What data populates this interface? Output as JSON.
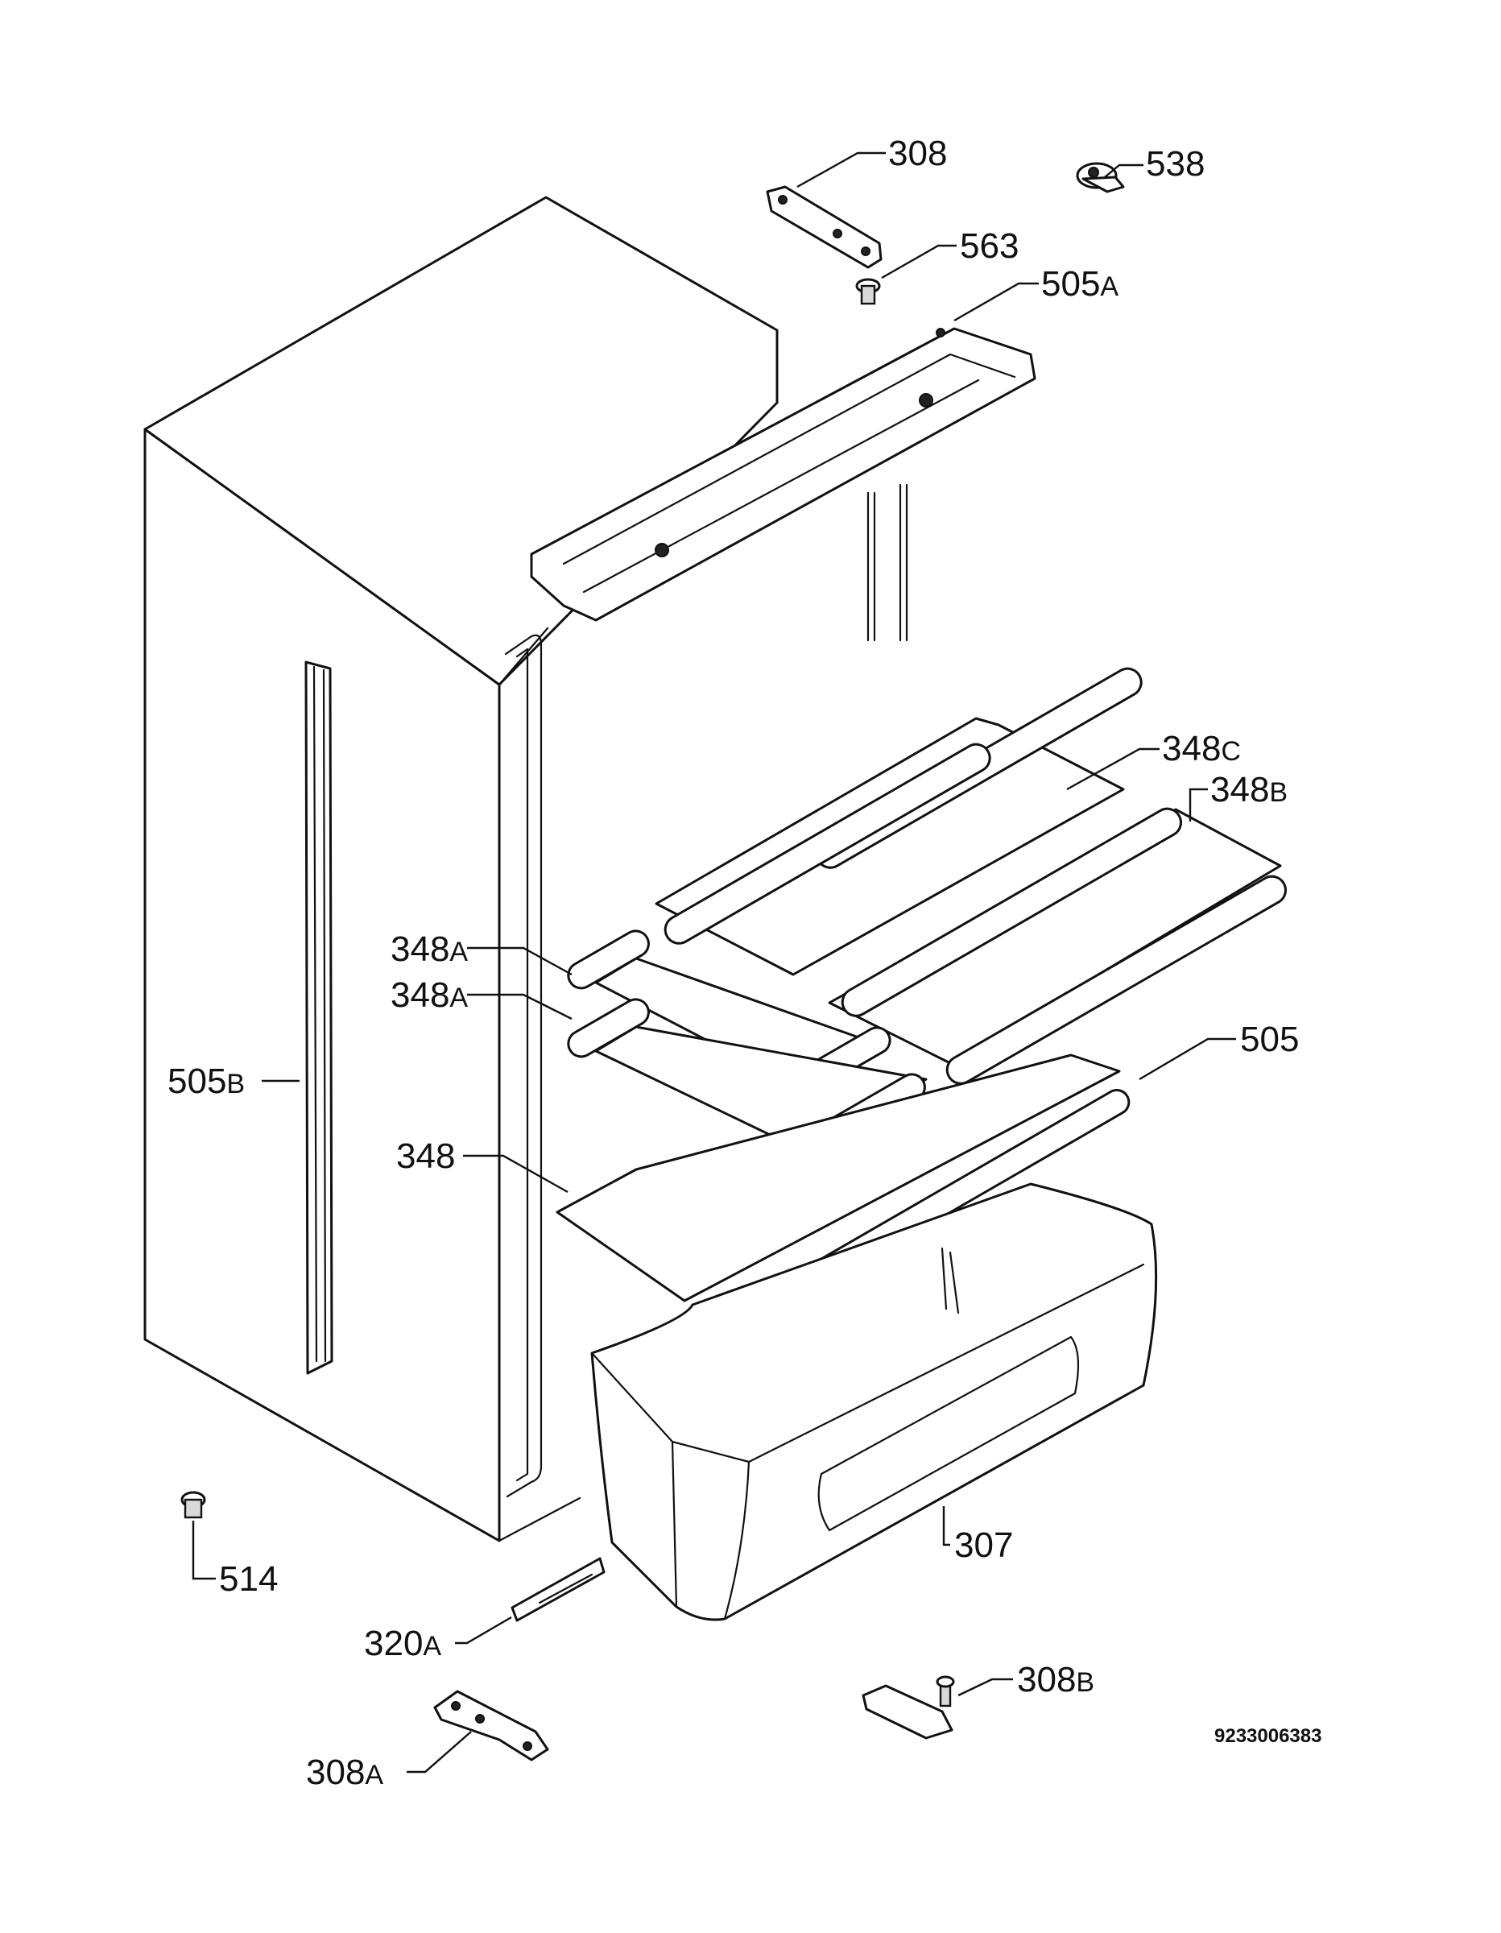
{
  "labels": {
    "p308": {
      "num": "308",
      "suffix": ""
    },
    "p538": {
      "num": "538",
      "suffix": ""
    },
    "p563": {
      "num": "563",
      "suffix": ""
    },
    "p505A": {
      "num": "505",
      "suffix": "A"
    },
    "p348C": {
      "num": "348",
      "suffix": "C"
    },
    "p348B": {
      "num": "348",
      "suffix": "B"
    },
    "p348A1": {
      "num": "348",
      "suffix": "A"
    },
    "p348A2": {
      "num": "348",
      "suffix": "A"
    },
    "p505B": {
      "num": "505",
      "suffix": "B"
    },
    "p505": {
      "num": "505",
      "suffix": ""
    },
    "p348": {
      "num": "348",
      "suffix": ""
    },
    "p307": {
      "num": "307",
      "suffix": ""
    },
    "p514": {
      "num": "514",
      "suffix": ""
    },
    "p320A": {
      "num": "320",
      "suffix": "A"
    },
    "p308B": {
      "num": "308",
      "suffix": "B"
    },
    "p308A": {
      "num": "308",
      "suffix": "A"
    }
  },
  "drawing_code": "9233006383"
}
